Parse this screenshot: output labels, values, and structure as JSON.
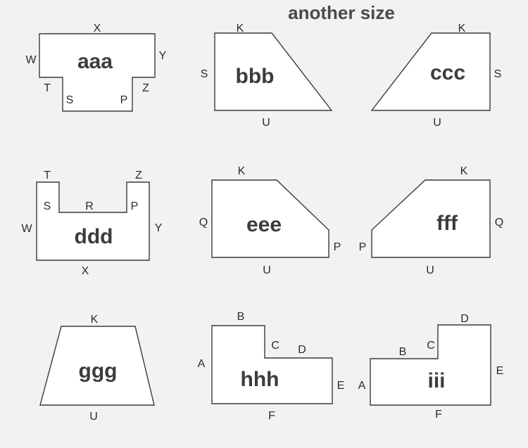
{
  "heading": "another size",
  "shapes": [
    {
      "id": "aaa",
      "name": "aaa",
      "edges": [
        "X",
        "W",
        "Y",
        "T",
        "Z",
        "S",
        "P"
      ]
    },
    {
      "id": "bbb",
      "name": "bbb",
      "edges": [
        "K",
        "S",
        "U"
      ]
    },
    {
      "id": "ccc",
      "name": "ccc",
      "edges": [
        "K",
        "S",
        "U"
      ]
    },
    {
      "id": "ddd",
      "name": "ddd",
      "edges": [
        "T",
        "Z",
        "S",
        "R",
        "P",
        "W",
        "Y",
        "X"
      ]
    },
    {
      "id": "eee",
      "name": "eee",
      "edges": [
        "K",
        "Q",
        "P",
        "U"
      ]
    },
    {
      "id": "fff",
      "name": "fff",
      "edges": [
        "K",
        "Q",
        "P",
        "U"
      ]
    },
    {
      "id": "ggg",
      "name": "ggg",
      "edges": [
        "K",
        "U"
      ]
    },
    {
      "id": "hhh",
      "name": "hhh",
      "edges": [
        "B",
        "C",
        "D",
        "A",
        "E",
        "F"
      ]
    },
    {
      "id": "iii",
      "name": "iii",
      "edges": [
        "D",
        "B",
        "C",
        "E",
        "A",
        "F"
      ]
    }
  ],
  "colors": {
    "background": "#f2f2f0",
    "stroke": "#3a3a3a",
    "label": "#3c3c3c"
  }
}
